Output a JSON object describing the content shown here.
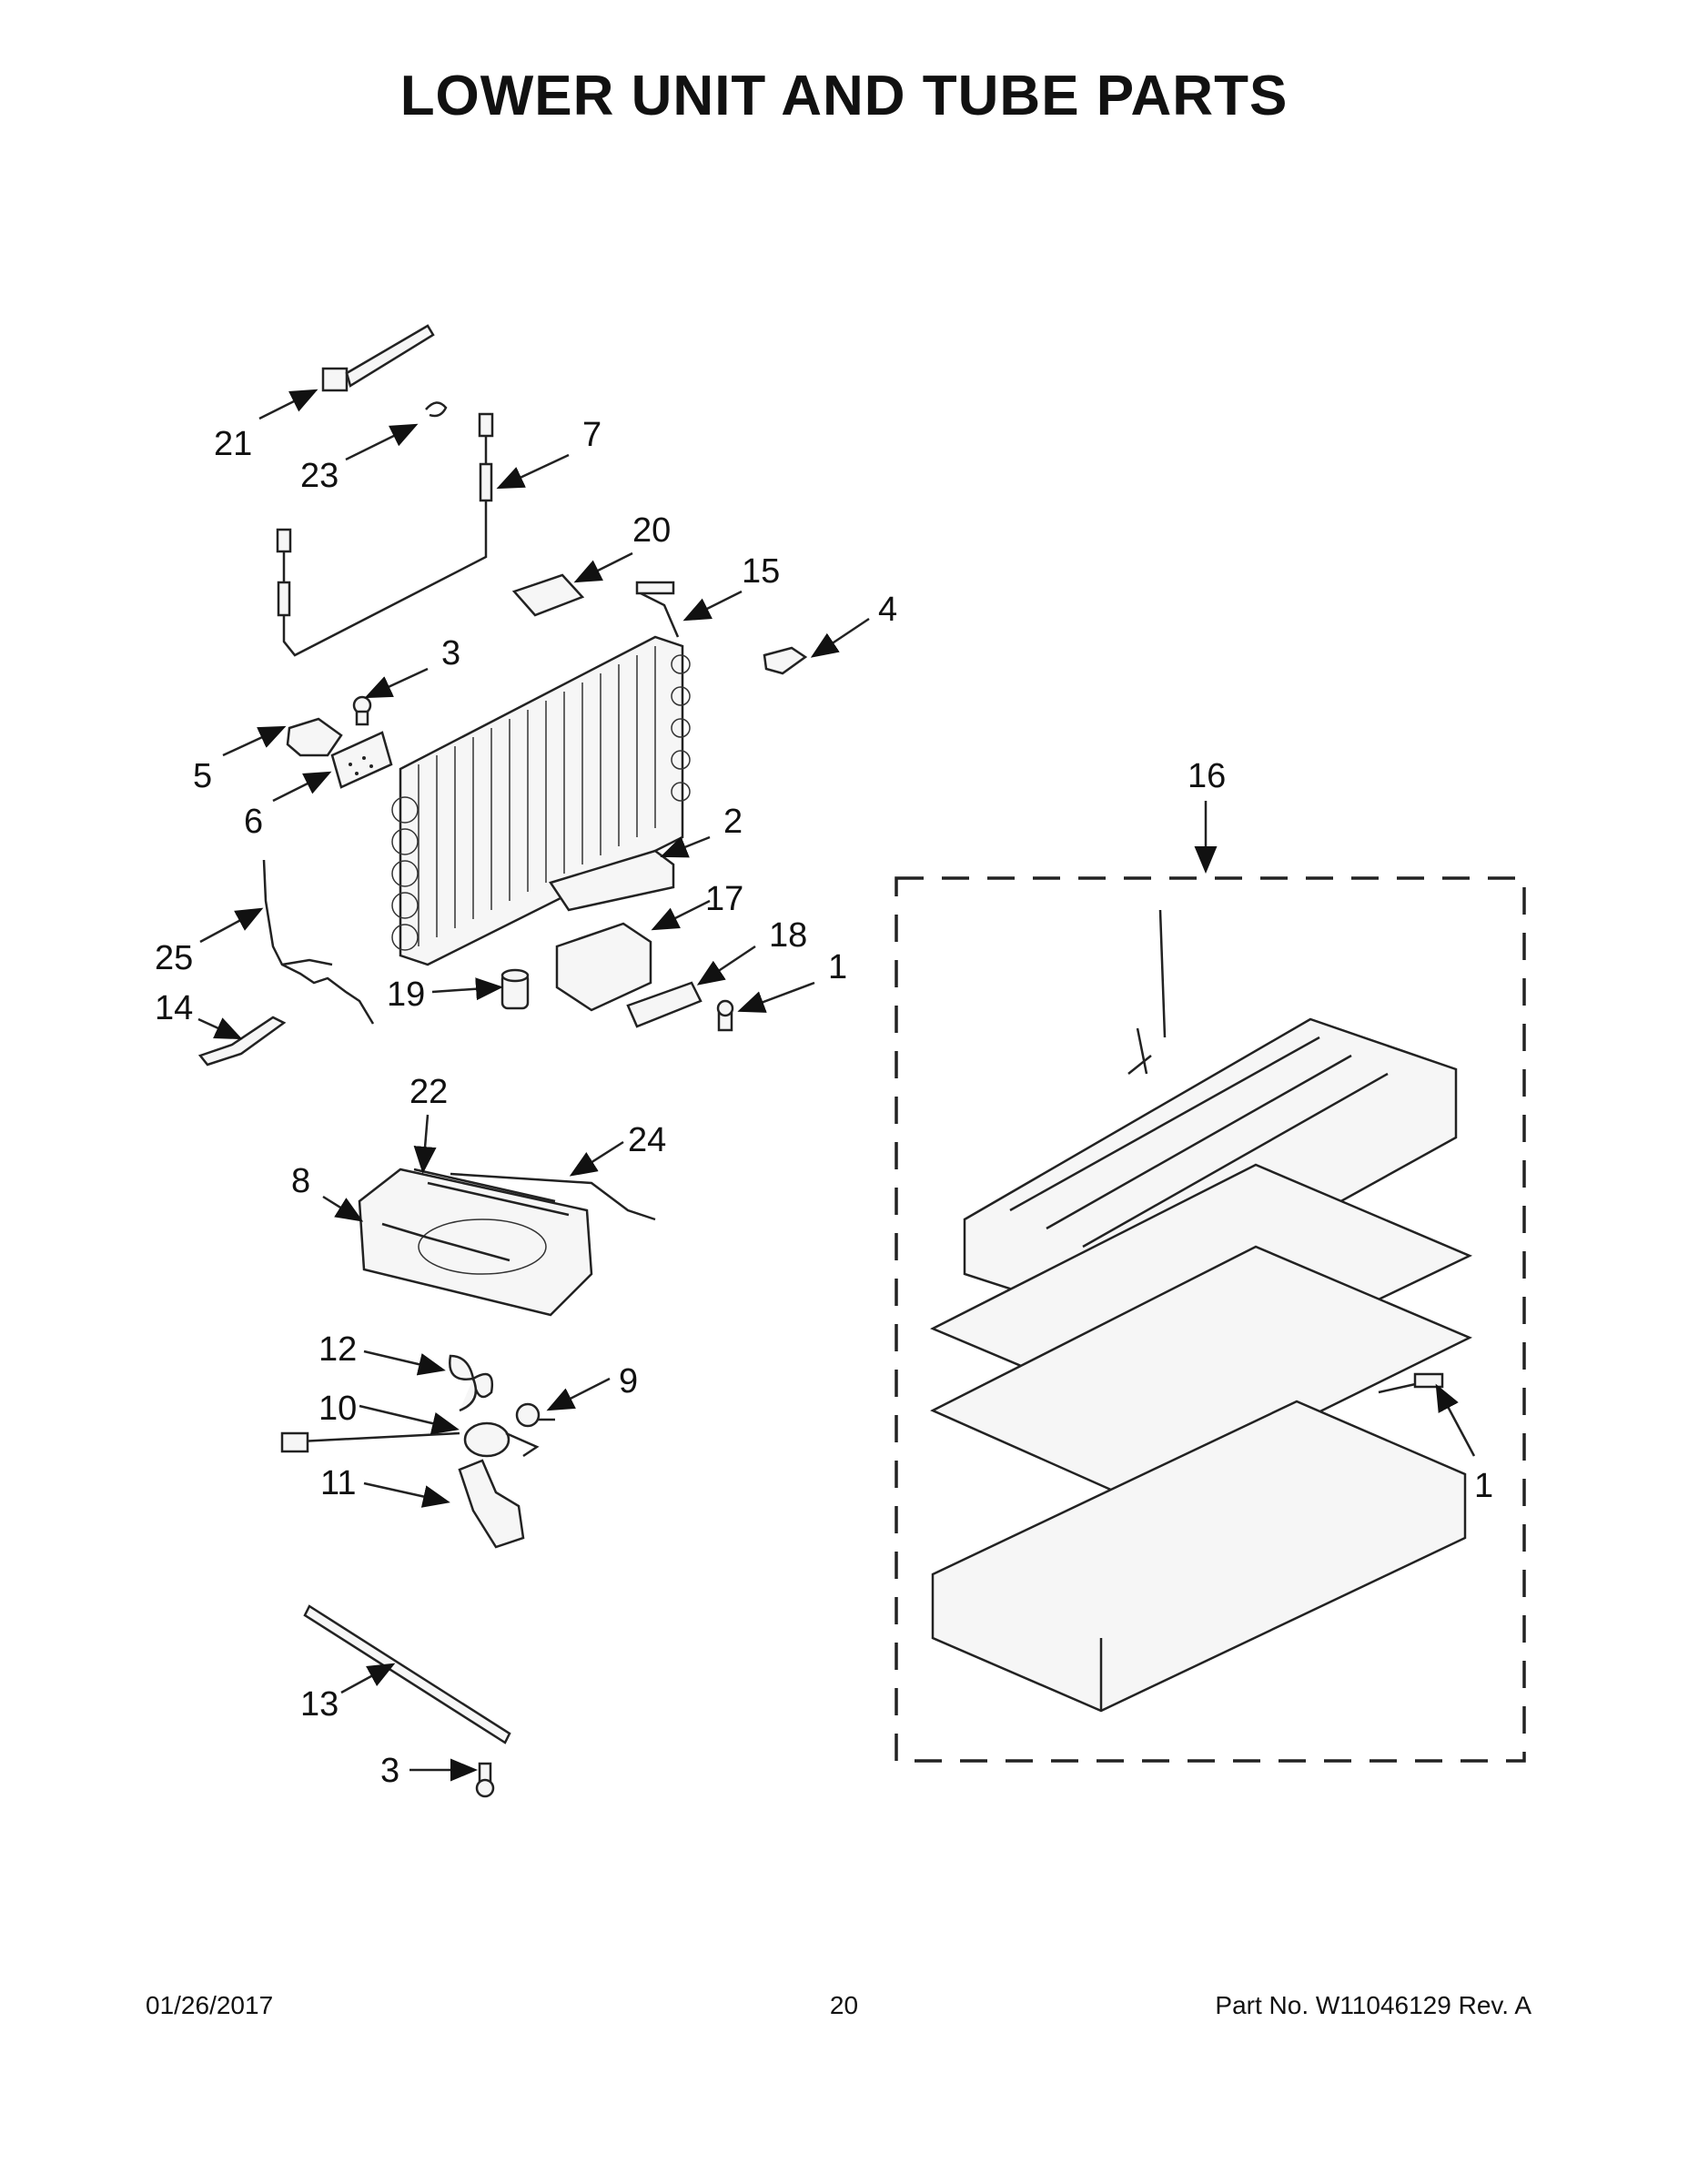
{
  "page": {
    "title": "LOWER UNIT AND TUBE PARTS",
    "footer_date": "01/26/2017",
    "footer_page": "20",
    "footer_part": "Part No.  W11046129  Rev.  A"
  },
  "callouts": {
    "c1a": "1",
    "c1b": "1",
    "c2": "2",
    "c3a": "3",
    "c3b": "3",
    "c4": "4",
    "c5": "5",
    "c6": "6",
    "c7": "7",
    "c8": "8",
    "c9": "9",
    "c10": "10",
    "c11": "11",
    "c12": "12",
    "c13": "13",
    "c14": "14",
    "c15": "15",
    "c16": "16",
    "c17": "17",
    "c18": "18",
    "c19": "19",
    "c20": "20",
    "c21": "21",
    "c22": "22",
    "c23": "23",
    "c24": "24",
    "c25": "25"
  },
  "colors": {
    "ink": "#222222",
    "fill": "#f6f6f6"
  }
}
